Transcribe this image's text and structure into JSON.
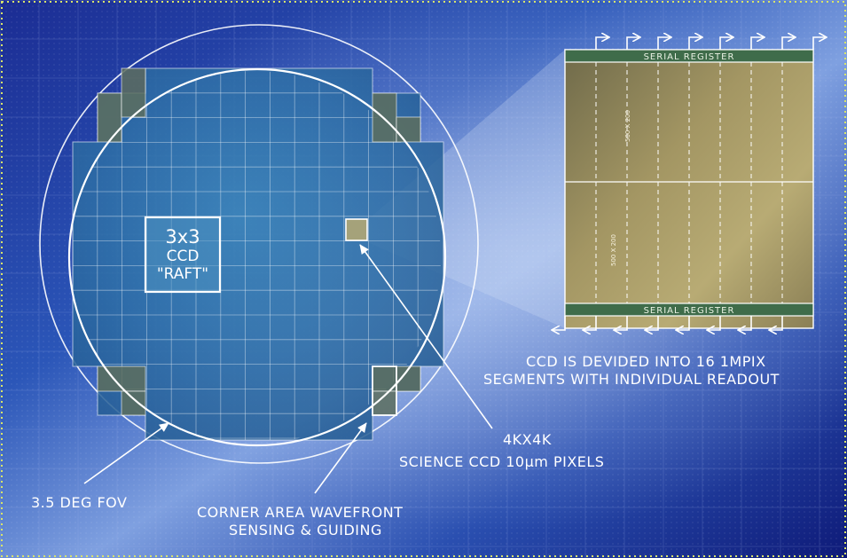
{
  "focal_plane": {
    "raft_label": [
      "3x3",
      "CCD",
      "\"RAFT\""
    ],
    "fov_label": "3.5 DEG FOV",
    "corner_label": [
      "CORNER AREA WAVEFRONT",
      "SENSING & GUIDING"
    ],
    "ccd_label": [
      "4KX4K",
      "SCIENCE CCD 10μm PIXELS"
    ]
  },
  "ccd_detail": {
    "top_register": "SERIAL REGISTER",
    "bottom_register": "SERIAL REGISTER",
    "segment_size_upper": "500 X 200",
    "segment_size_lower": "500 X 200",
    "caption": [
      "CCD IS DEVIDED INTO 16 1MPIX",
      "SEGMENTS WITH INDIVIDUAL READOUT"
    ]
  },
  "colors": {
    "background": "#1a2a8c",
    "focal_plane": "#2e73a8",
    "corner_sensor": "#5c6e5a",
    "ccd_tan": "#9c9160",
    "register": "#3f6c4a",
    "line": "#ffffff"
  }
}
